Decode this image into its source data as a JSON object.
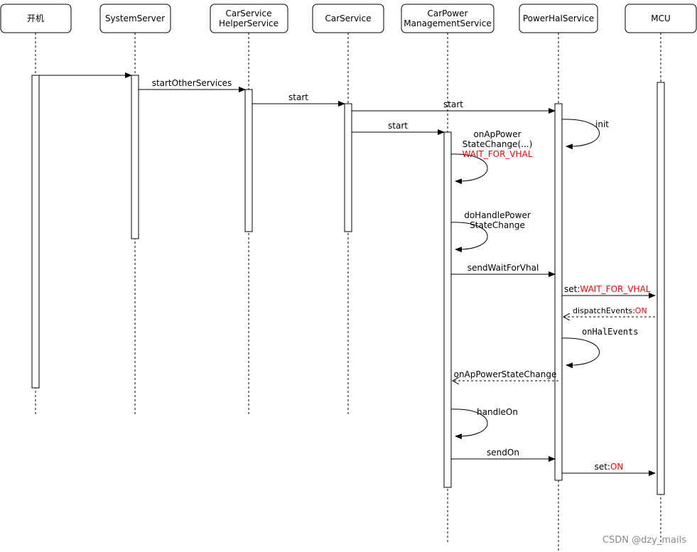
{
  "participants": [
    {
      "id": "boot",
      "lines": [
        "开机"
      ]
    },
    {
      "id": "system-server",
      "lines": [
        "SystemServer"
      ]
    },
    {
      "id": "car-service-helper",
      "lines": [
        "CarService",
        "HelperService"
      ]
    },
    {
      "id": "car-service",
      "lines": [
        "CarService"
      ]
    },
    {
      "id": "car-power-mgmt",
      "lines": [
        "CarPower",
        "ManagementService"
      ]
    },
    {
      "id": "power-hal-service",
      "lines": [
        "PowerHalService"
      ]
    },
    {
      "id": "mcu",
      "lines": [
        "MCU"
      ]
    }
  ],
  "messages": {
    "start_other_services": "startOtherServices",
    "start_car_service": "start",
    "start_power_hal": "start",
    "start_power_mgmt": "start",
    "init": "init",
    "on_ap_power_state_change_1": "onApPower",
    "on_ap_power_state_change_2": "StateChange(...)",
    "wait_for_vhal": "WAIT_FOR_VHAL",
    "do_handle_power_1": "doHandlePower",
    "do_handle_power_2": "StateChange",
    "send_wait_for_vhal": "sendWaitForVhal",
    "set_prefix": "set:",
    "set_value": "WAIT_FOR_VHAL",
    "dispatch_prefix": "dispatchEvents:",
    "dispatch_value": "ON",
    "on_hal_events": "onHalEvents",
    "on_ap_power_state_change_return": "onApPowerStateChange",
    "handle_on": "handleOn",
    "send_on": "sendOn",
    "set_on_prefix": "set:",
    "set_on_value": "ON"
  },
  "colors": {
    "highlight": "#ff0000",
    "line": "#000000"
  },
  "watermark": "CSDN @dzy_mails"
}
